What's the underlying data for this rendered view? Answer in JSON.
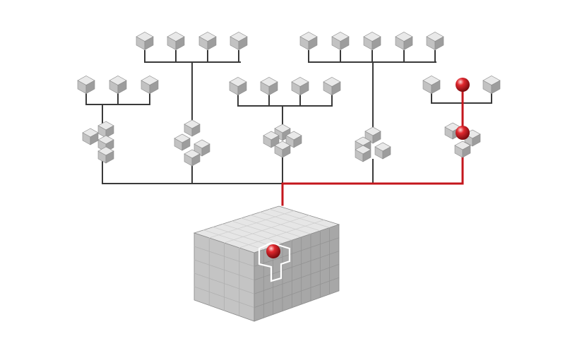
{
  "diagram": {
    "colors": {
      "background": "#ffffff",
      "connector": "#3a3a3a",
      "highlight": "#c4161c",
      "cube_top": "#e9e9e9",
      "cube_left": "#c2c2c2",
      "cube_right": "#9d9d9d",
      "cube_edge": "#8a8a8a",
      "block_outline": "#ffffff"
    },
    "groups": [
      {
        "name": "group-1",
        "top_cubes": 4,
        "mid_cubes": 3,
        "shape": "step",
        "highlighted": false
      },
      {
        "name": "group-2",
        "top_cubes": 0,
        "mid_cubes": 0,
        "shape": "cross",
        "highlighted": false
      },
      {
        "name": "group-3",
        "top_cubes": 0,
        "mid_cubes": 4,
        "shape": "tee",
        "highlighted": false
      },
      {
        "name": "group-4",
        "top_cubes": 5,
        "mid_cubes": 0,
        "shape": "cluster",
        "highlighted": false
      },
      {
        "name": "group-5",
        "top_cubes": 0,
        "mid_cubes": 3,
        "shape": "corner",
        "highlighted": true
      }
    ],
    "base_block": {
      "columns": 9,
      "rows": 5,
      "highlight_piece": "tee-with-sphere"
    },
    "icons": [
      "cube-icon",
      "sphere-icon"
    ]
  }
}
